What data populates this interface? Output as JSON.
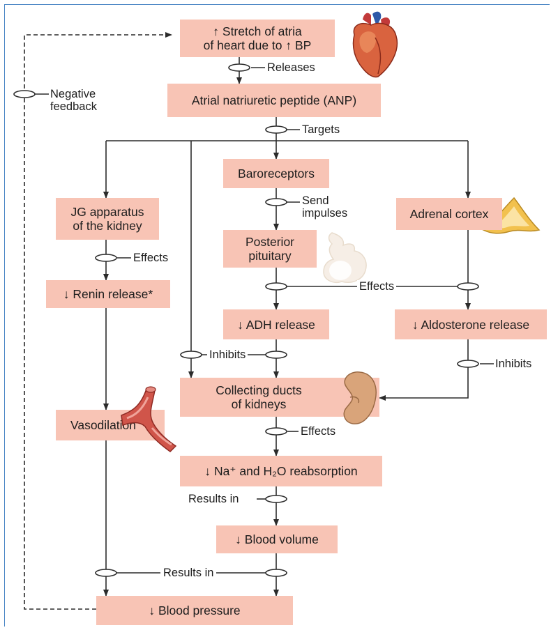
{
  "diagram": {
    "nodes": {
      "stretch": {
        "line1": "↑ Stretch of atria",
        "line2": "of heart due to ↑ BP"
      },
      "anp": "Atrial natriuretic peptide (ANP)",
      "baroreceptors": "Baroreceptors",
      "jg": {
        "line1": "JG apparatus",
        "line2": "of the kidney"
      },
      "adrenal": "Adrenal cortex",
      "pituitary": {
        "line1": "Posterior",
        "line2": "pituitary"
      },
      "renin": "↓ Renin release*",
      "adh": "↓ ADH release",
      "aldosterone": "↓ Aldosterone release",
      "collecting": {
        "line1": "Collecting ducts",
        "line2": "of kidneys"
      },
      "vasodilation": "Vasodilation",
      "reabsorption": "↓ Na⁺ and H₂O reabsorption",
      "blood_volume": "↓ Blood volume",
      "blood_pressure": "↓ Blood pressure"
    },
    "labels": {
      "releases": "Releases",
      "negative_feedback": "Negative\nfeedback",
      "targets": "Targets",
      "send_impulses": "Send\nimpulses",
      "effects_jg": "Effects",
      "effects_mid": "Effects",
      "inhibits_left": "Inhibits",
      "inhibits_right": "Inhibits",
      "effects_ducts": "Effects",
      "results_in_volume": "Results in",
      "results_in_bp": "Results in"
    },
    "illustrations": [
      "heart-icon",
      "pituitary-gland-icon",
      "adrenal-gland-icon",
      "kidney-icon",
      "blood-vessel-icon"
    ],
    "colors": {
      "box_fill": "#f8c4b5",
      "line": "#2b2b2b",
      "frame": "#4a86c5"
    }
  }
}
